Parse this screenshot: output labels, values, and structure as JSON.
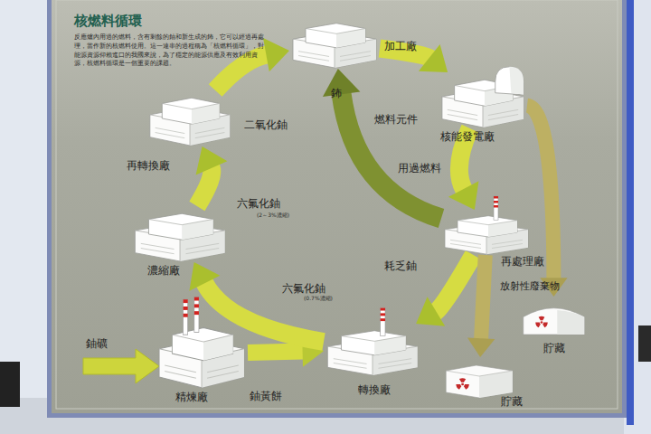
{
  "diagram": {
    "title": "核燃料循環",
    "nodes": [
      {
        "text": [
          "加工廠"
        ]
      },
      {
        "text": [
          "核能發電廠"
        ]
      },
      {
        "text": [
          "再處理廠"
        ]
      },
      {
        "text": [
          "轉換廠"
        ]
      },
      {
        "text": [
          "精煉廠"
        ]
      },
      {
        "text": [
          "濃縮廠"
        ]
      },
      {
        "text": [
          "再轉換廠"
        ]
      },
      {
        "text": [
          "貯藏"
        ]
      },
      {
        "text": [
          "貯藏"
        ]
      }
    ],
    "edges": [
      {
        "from": 4,
        "to": 3,
        "label": "鈾黃餅",
        "arrow": "to"
      },
      {
        "from": 3,
        "to": 5,
        "label": "六氟化鈾",
        "arrow": "to"
      },
      {
        "from": 5,
        "to": 6,
        "label": "六氟化鈾",
        "arrow": "to"
      },
      {
        "from": 6,
        "to": 0,
        "label": "二氧化鈾",
        "arrow": "to"
      },
      {
        "from": 0,
        "to": 1,
        "label": "燃料元件",
        "arrow": "to"
      },
      {
        "from": 1,
        "to": 2,
        "label": "用過燃料",
        "arrow": "to"
      },
      {
        "from": 2,
        "to": 3,
        "label": "耗乏鈾",
        "arrow": "to"
      },
      {
        "from": 2,
        "to": 0,
        "label": "鈽",
        "arrow": "to"
      },
      {
        "from": 1,
        "to": 7,
        "label": "放射性廢棄物",
        "arrow": "to"
      },
      {
        "from": 2,
        "to": 8,
        "arrow": "to"
      }
    ],
    "labels": [
      "反應爐內用過的燃料，含有剩餘的鈾和新生成的鈽，它可以經過再處理，當作新的核燃料使用。這一連串的過程稱為「核燃料循環」，對能源資源仰賴進口的我國來說，為了穩定的能源供應及有效利用資源，核燃料循環是一個重要的課題。",
      "鈾礦",
      "(2～3%濃縮)",
      "(0.7%濃縮)"
    ]
  }
}
